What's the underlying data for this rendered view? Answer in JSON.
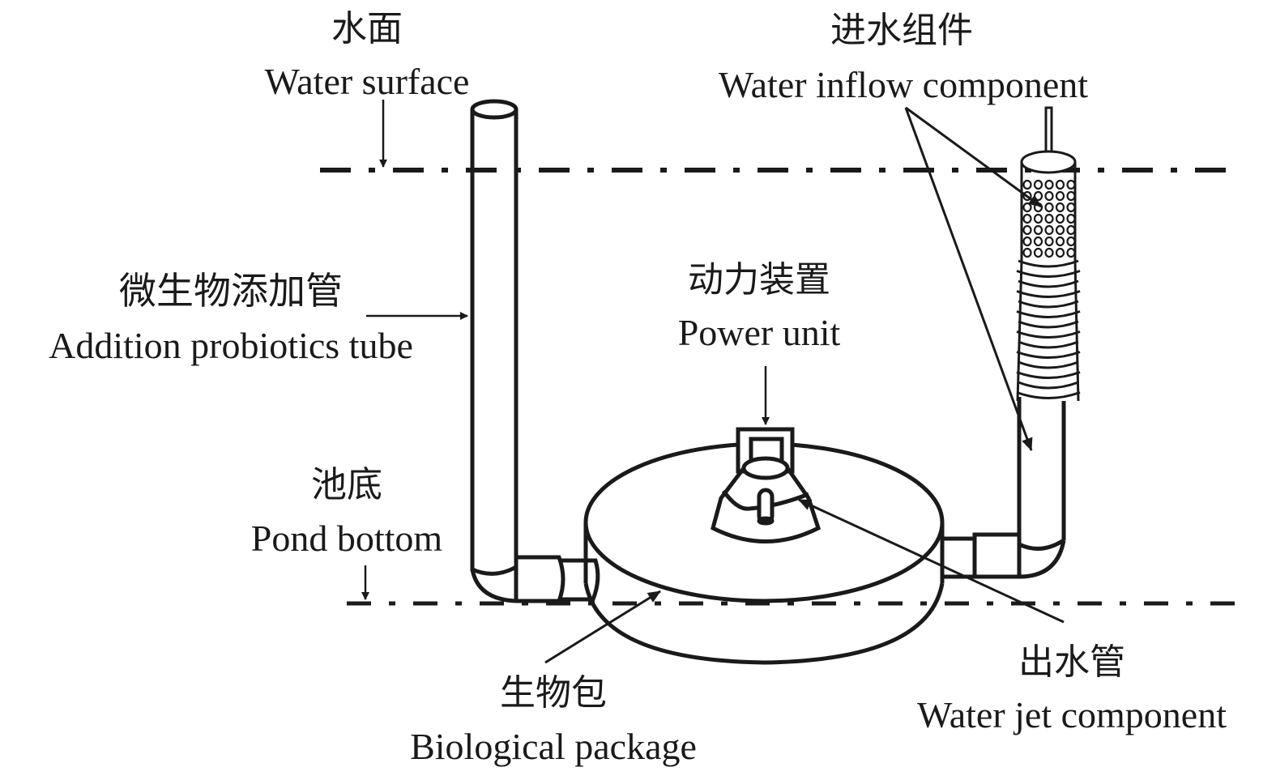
{
  "diagram": {
    "type": "apparatus-schematic",
    "colors": {
      "ink": "#1a1a1a",
      "background": "#ffffff"
    },
    "labels": {
      "water_surface": {
        "zh": "水面",
        "en": "Water surface"
      },
      "water_inflow": {
        "zh": "进水组件",
        "en": "Water inflow component"
      },
      "probiotics_tube": {
        "zh": "微生物添加管",
        "en": "Addition probiotics tube"
      },
      "power_unit": {
        "zh": "动力装置",
        "en": "Power unit"
      },
      "pond_bottom": {
        "zh": "池底",
        "en": "Pond bottom"
      },
      "water_jet": {
        "zh": "出水管",
        "en": "Water jet component"
      },
      "bio_package": {
        "zh": "生物包",
        "en": "Biological package"
      }
    },
    "reference_lines": [
      {
        "name": "water-surface-line",
        "style": "dash-dot"
      },
      {
        "name": "pond-bottom-line",
        "style": "dash-dot"
      }
    ]
  }
}
